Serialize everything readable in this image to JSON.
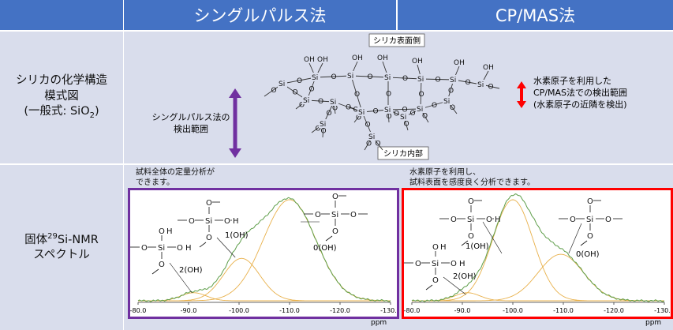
{
  "header": {
    "col1": "シングルパルス法",
    "col2": "CP/MAS法"
  },
  "rows": {
    "structure_label": {
      "line1": "シリカの化学構造",
      "line2": "模式図",
      "line3_prefix": "(一般式: SiO",
      "line3_sub": "2",
      "line3_suffix": ")"
    },
    "nmr_label": {
      "line1_prefix": "固体",
      "line1_sup": "29",
      "line1_suffix": "Si-NMR",
      "line2": "スペクトル"
    }
  },
  "structure": {
    "surface_tag": "シリカ表面側",
    "inner_tag": "シリカ内部",
    "single_pulse_range": {
      "line1": "シングルパルス法の",
      "line2": "検出範囲"
    },
    "cpmas_range": {
      "line1": "水素原子を利用した",
      "line2": "CP/MAS法での検出範囲",
      "line3": "(水素原子の近隣を検出)"
    },
    "atoms": {
      "si": "Si",
      "o": "O",
      "h": "H",
      "oh": "OH",
      "dash": "—"
    }
  },
  "spectra": {
    "left_note": {
      "line1": "試料全体の定量分析が",
      "line2": "できます。"
    },
    "right_note": {
      "line1": "水素原子を利用し、",
      "line2": "試料表面を感度良く分析できます。"
    },
    "peak_labels": {
      "q2": "2(OH)",
      "q3": "1(OH)",
      "q4": "0(OH)"
    },
    "x_unit": "ppm",
    "x_ticks": [
      "-80.0",
      "-90.0",
      "-100.0",
      "-110.0",
      "-120.0",
      "-130.0"
    ]
  },
  "colors": {
    "header_bg": "#4472C4",
    "band_bg": "#D9DDEC",
    "purple": "#7030A0",
    "red": "#FF0000",
    "spectrum_total": "#5E9E4A",
    "spectrum_component": "#E8B04A"
  },
  "chart_data": [
    {
      "type": "line",
      "name_ref": "single-pulse",
      "xlabel": "ppm",
      "xlim": [
        -80,
        -130
      ],
      "x_ticks": [
        -80,
        -90,
        -100,
        -110,
        -120,
        -130
      ],
      "peaks": [
        {
          "label": "2(OH)",
          "center": -91,
          "height": 0.08,
          "width": 2.5
        },
        {
          "label": "1(OH)",
          "center": -100.5,
          "height": 0.42,
          "width": 3.6
        },
        {
          "label": "0(OH)",
          "center": -110,
          "height": 1.0,
          "width": 5.2
        }
      ]
    },
    {
      "type": "line",
      "name_ref": "cp-mas",
      "xlabel": "ppm",
      "xlim": [
        -80,
        -130
      ],
      "x_ticks": [
        -80,
        -90,
        -100,
        -110,
        -120,
        -130
      ],
      "peaks": [
        {
          "label": "2(OH)",
          "center": -91,
          "height": 0.08,
          "width": 2.5
        },
        {
          "label": "1(OH)",
          "center": -100,
          "height": 1.0,
          "width": 4.0
        },
        {
          "label": "0(OH)",
          "center": -109.5,
          "height": 0.46,
          "width": 4.5
        }
      ]
    }
  ]
}
